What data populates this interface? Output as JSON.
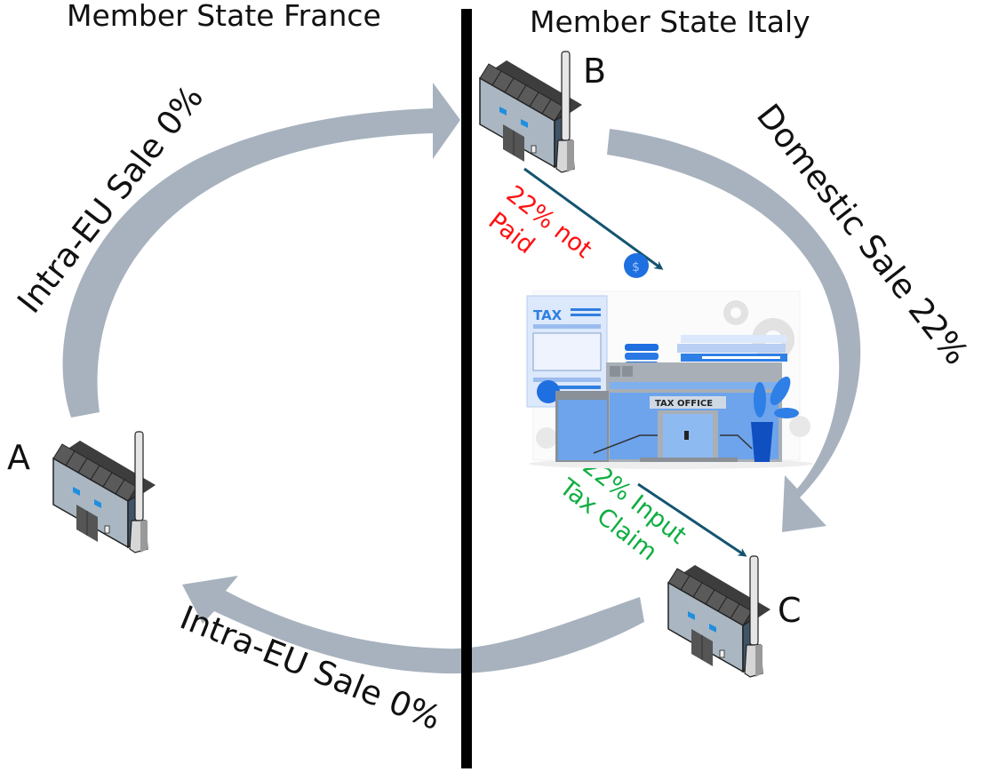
{
  "headers": {
    "left": "Member State France",
    "right": "Member State Italy"
  },
  "entities": {
    "a": "A",
    "b": "B",
    "c": "C"
  },
  "flows": {
    "a_to_b": "Intra-EU Sale 0%",
    "b_to_c": "Domestic Sale 22%",
    "c_to_a": "Intra-EU Sale 0%"
  },
  "tax": {
    "not_paid_line1": "22% not",
    "not_paid_line2": "Paid",
    "claim_line1": "22% Input",
    "claim_line2": "Tax Claim",
    "office_sign": "TAX OFFICE",
    "form_label": "TAX",
    "coin_symbol": "$"
  },
  "colors": {
    "arrow": "#a7b2be",
    "not_paid": "#ff1010",
    "claim": "#0fae42",
    "flow_line": "#145470",
    "divider": "#000000"
  }
}
